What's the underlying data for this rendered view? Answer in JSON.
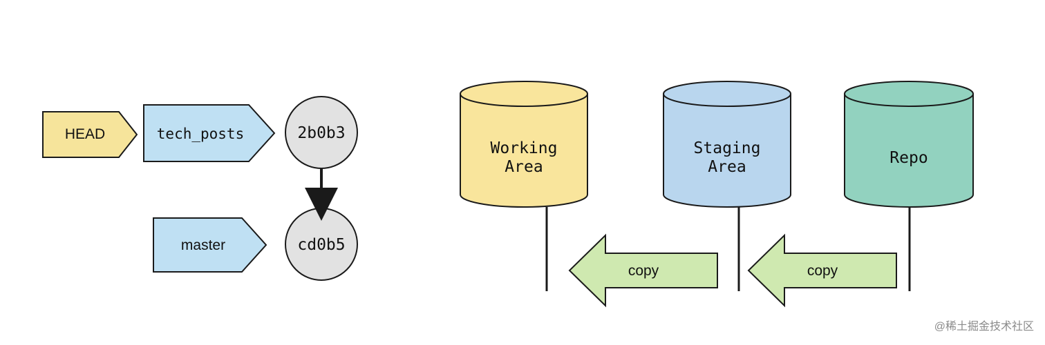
{
  "left_diagram": {
    "pointers": [
      {
        "id": "head",
        "label": "HEAD"
      },
      {
        "id": "tech_posts",
        "label": "tech_posts"
      },
      {
        "id": "master",
        "label": "master"
      }
    ],
    "commits": [
      {
        "id": "c1",
        "label": "2b0b3"
      },
      {
        "id": "c2",
        "label": "cd0b5"
      }
    ]
  },
  "right_diagram": {
    "areas": [
      {
        "id": "working",
        "line1": "Working",
        "line2": "Area"
      },
      {
        "id": "staging",
        "line1": "Staging",
        "line2": "Area"
      },
      {
        "id": "repo",
        "line1": "Repo",
        "line2": ""
      }
    ],
    "arrows": [
      {
        "id": "copy1",
        "label": "copy"
      },
      {
        "id": "copy2",
        "label": "copy"
      }
    ]
  },
  "watermark": {
    "text": "@稀土掘金技术社区"
  },
  "colors": {
    "head_fill": "#f6e49b",
    "pointer_fill": "#bfe0f3",
    "commit_fill": "#e2e2e2",
    "working_fill": "#f9e59c",
    "staging_fill": "#b9d6ee",
    "repo_fill": "#92d2bf",
    "copy_fill": "#cfe9b0",
    "stroke": "#1a1a1a"
  }
}
